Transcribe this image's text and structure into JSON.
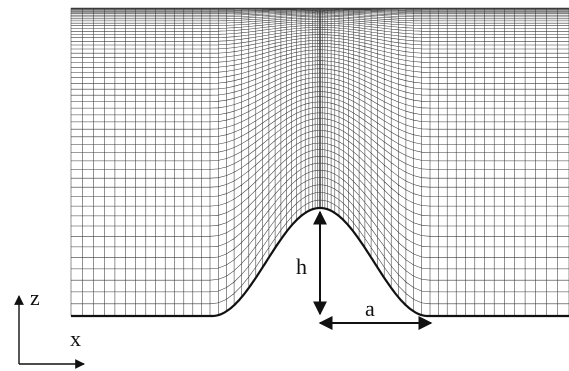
{
  "figure": {
    "labels": {
      "height": "h",
      "half_width": "a",
      "axis_vertical": "z",
      "axis_horizontal": "x"
    }
  },
  "colors": {
    "mesh": "#3a3a3a",
    "ink": "#111111",
    "background": "#ffffff"
  }
}
